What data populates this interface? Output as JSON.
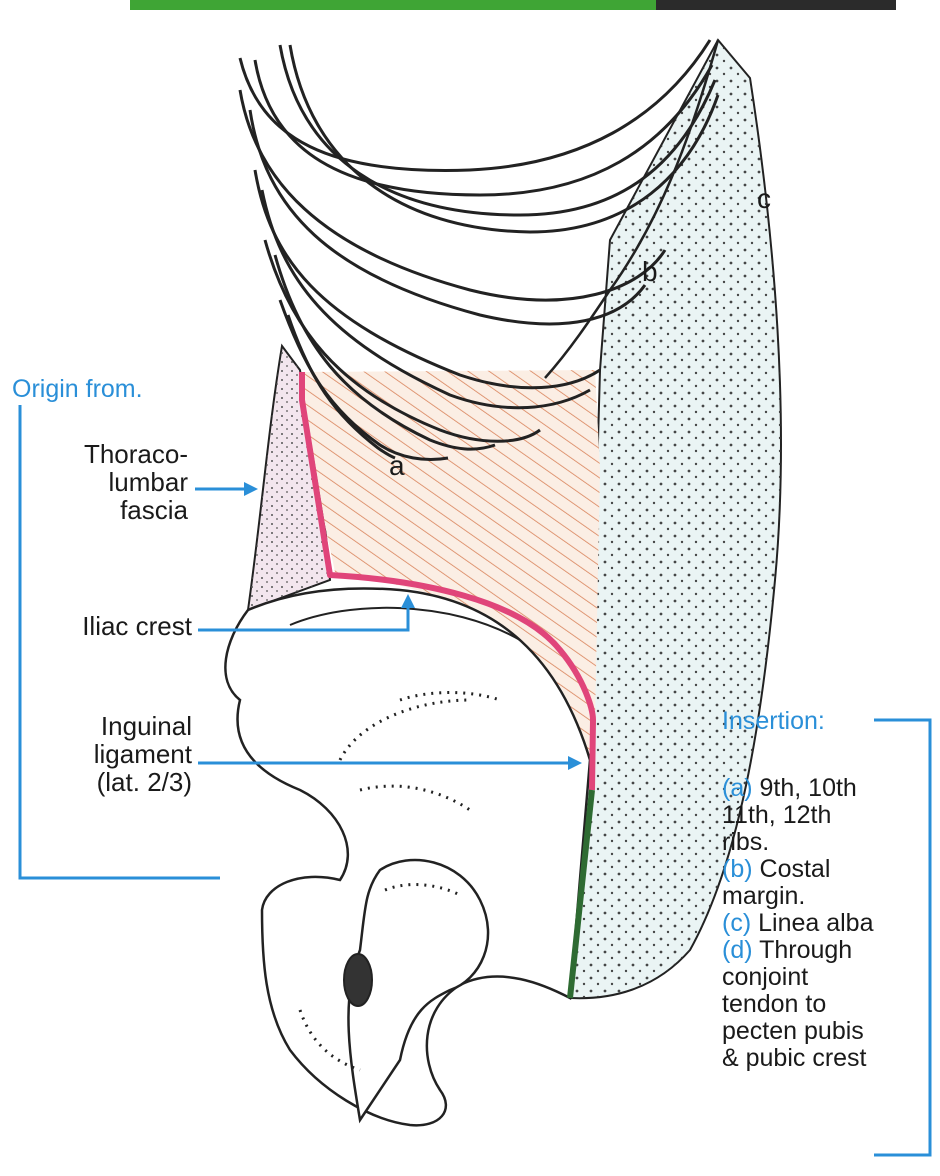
{
  "origin": {
    "title": "Origin from.",
    "items": [
      {
        "key": "thoracolumbar",
        "lines": [
          "Thoraco-",
          "lumbar",
          "fascia"
        ]
      },
      {
        "key": "iliac",
        "lines": [
          "Iliac crest"
        ]
      },
      {
        "key": "inguinal",
        "lines": [
          "Inguinal",
          "ligament",
          "(lat. 2/3)"
        ]
      }
    ]
  },
  "insertion": {
    "title": "Insertion:",
    "items": [
      {
        "letter": "(a)",
        "text": "9th, 10th",
        "more": [
          "11th, 12th",
          "ribs."
        ]
      },
      {
        "letter": "(b)",
        "text": "Costal",
        "more": [
          "margin."
        ]
      },
      {
        "letter": "(c)",
        "text": "Linea alba",
        "more": []
      },
      {
        "letter": "(d)",
        "text": "Through",
        "more": [
          "conjoint",
          "tendon to",
          "pecten pubis",
          "& pubic crest"
        ]
      }
    ]
  },
  "figure_letters": {
    "a": "a",
    "b": "b",
    "c": "c"
  },
  "colors": {
    "label_blue": "#2a8fd8",
    "origin_line": "#e0457a",
    "conjoint_line": "#2e6b32",
    "fiber": "#d9825a",
    "top_bar_green": "#3fa535",
    "top_bar_dark": "#2b2b2b"
  }
}
